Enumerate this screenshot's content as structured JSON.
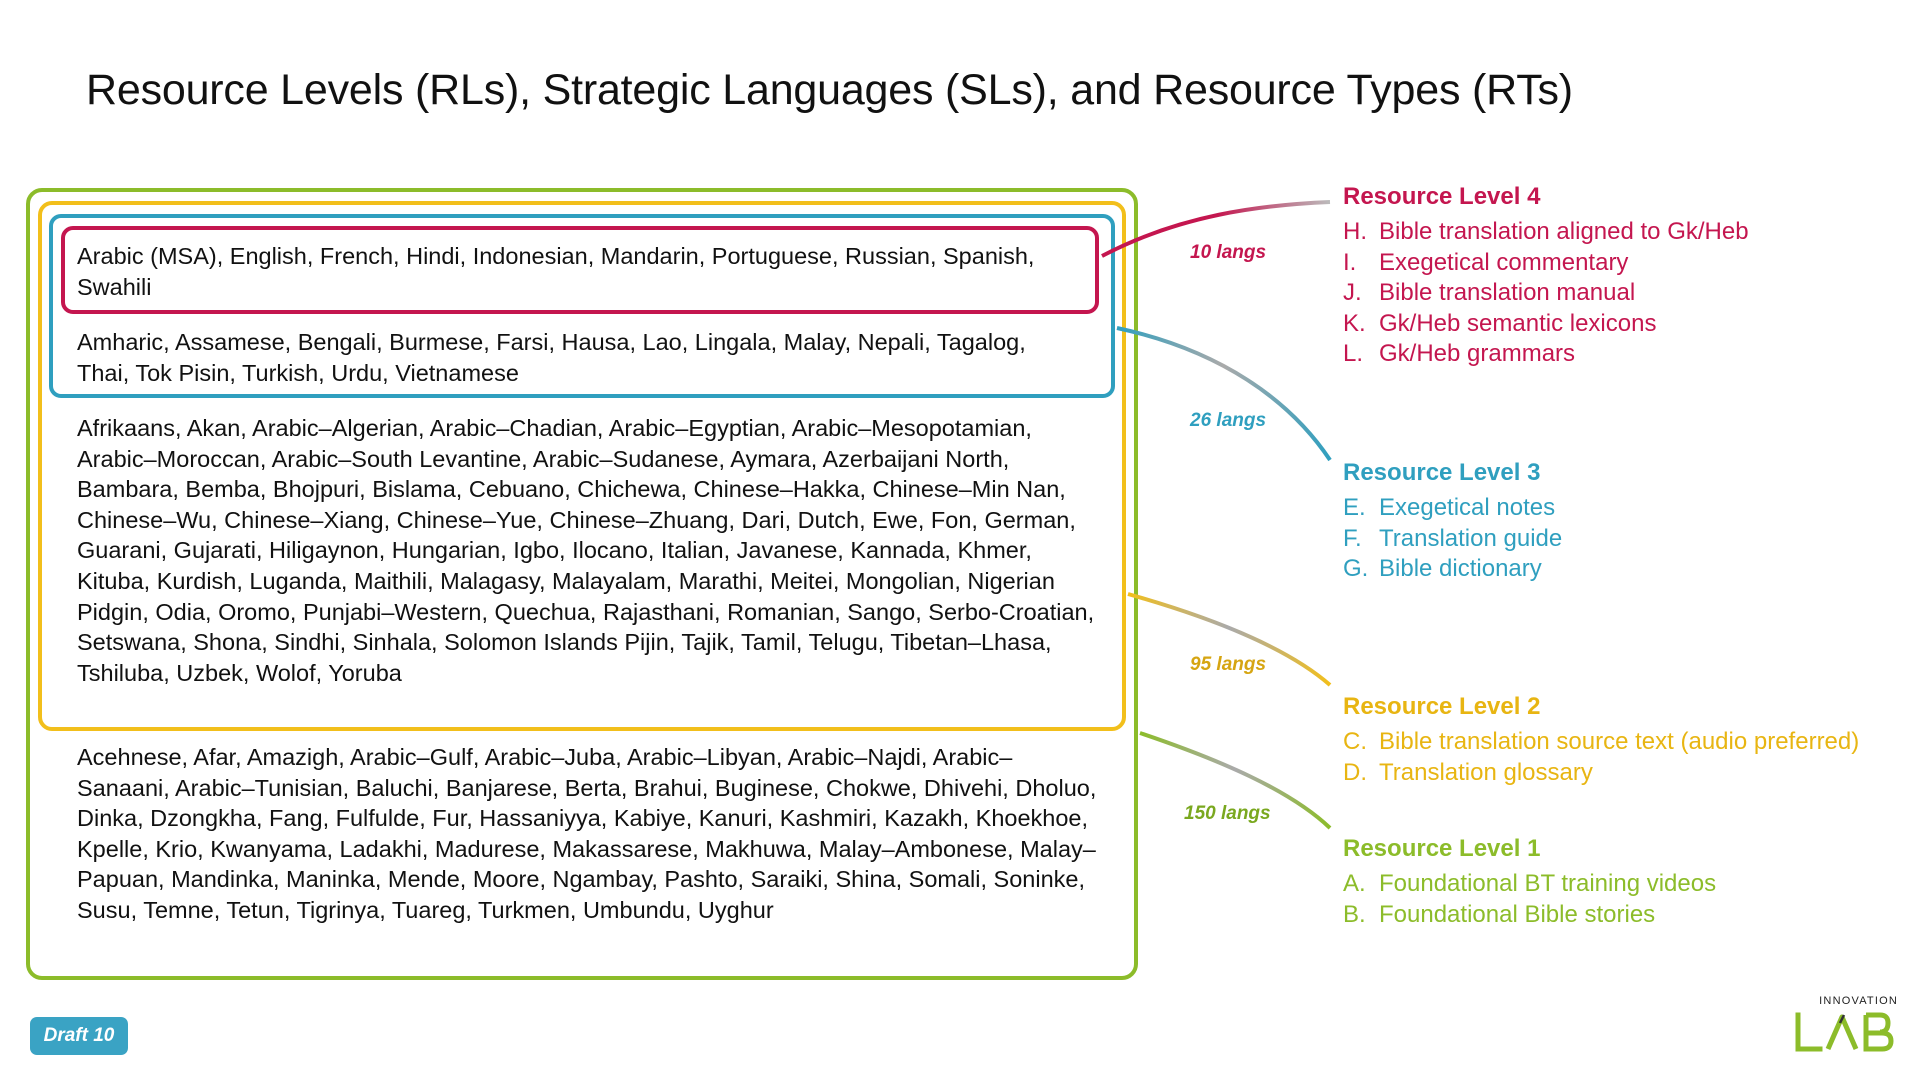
{
  "title": "Resource Levels (RLs), Strategic Languages (SLs), and Resource Types (RTs)",
  "language_groups": {
    "rl4": "Arabic (MSA), English, French, Hindi, Indonesian, Mandarin, Portuguese, Russian, Spanish, Swahili",
    "rl3": "Amharic, Assamese, Bengali, Burmese, Farsi, Hausa, Lao, Lingala, Malay, Nepali, Tagalog, Thai, Tok Pisin, Turkish, Urdu, Vietnamese",
    "rl2": "Afrikaans, Akan, Arabic–Algerian, Arabic–Chadian, Arabic–Egyptian, Arabic–Mesopotamian, Arabic–Moroccan, Arabic–South Levantine, Arabic–Sudanese, Aymara, Azerbaijani North, Bambara, Bemba, Bhojpuri, Bislama, Cebuano, Chichewa, Chinese–Hakka, Chinese–Min Nan, Chinese–Wu, Chinese–Xiang, Chinese–Yue, Chinese–Zhuang, Dari, Dutch, Ewe, Fon, German, Guarani, Gujarati, Hiligaynon, Hungarian, Igbo, Ilocano, Italian, Javanese, Kannada, Khmer, Kituba, Kurdish, Luganda, Maithili, Malagasy, Malayalam, Marathi, Meitei, Mongolian, Nigerian Pidgin, Odia, Oromo, Punjabi–Western, Quechua, Rajasthani, Romanian, Sango, Serbo-Croatian, Setswana, Shona, Sindhi, Sinhala, Solomon Islands Pijin, Tajik, Tamil, Telugu, Tibetan–Lhasa, Tshiluba, Uzbek, Wolof, Yoruba",
    "rl1": "Acehnese, Afar, Amazigh, Arabic–Gulf, Arabic–Juba, Arabic–Libyan, Arabic–Najdi, Arabic–Sanaani, Arabic–Tunisian, Baluchi, Banjarese, Berta, Brahui, Buginese, Chokwe, Dhivehi, Dholuo, Dinka, Dzongkha, Fang, Fulfulde, Fur, Hassaniyya, Kabiye, Kanuri, Kashmiri, Kazakh, Khoekhoe, Kpelle, Krio, Kwanyama, Ladakhi, Madurese, Makassarese, Makhuwa, Malay–Ambonese, Malay–Papuan, Mandinka, Maninka, Mende, Moore, Ngambay, Pashto, Saraiki, Shina, Somali, Soninke, Susu, Temne, Tetun, Tigrinya, Tuareg, Turkmen, Umbundu, Uyghur"
  },
  "counts": {
    "rl4": "10 langs",
    "rl3": "26 langs",
    "rl2": "95 langs",
    "rl1": "150 langs"
  },
  "levels": {
    "rl4": {
      "heading": "Resource Level 4",
      "items": [
        {
          "letter": "H.",
          "text": "Bible translation aligned to Gk/Heb"
        },
        {
          "letter": "I.",
          "text": "Exegetical commentary"
        },
        {
          "letter": "J.",
          "text": "Bible translation manual"
        },
        {
          "letter": "K.",
          "text": "Gk/Heb semantic lexicons"
        },
        {
          "letter": "L.",
          "text": "Gk/Heb grammars"
        }
      ]
    },
    "rl3": {
      "heading": "Resource Level 3",
      "items": [
        {
          "letter": "E.",
          "text": "Exegetical notes"
        },
        {
          "letter": "F.",
          "text": "Translation guide"
        },
        {
          "letter": "G.",
          "text": "Bible dictionary"
        }
      ]
    },
    "rl2": {
      "heading": "Resource Level 2",
      "items": [
        {
          "letter": "C.",
          "text": "Bible translation source text (audio preferred)"
        },
        {
          "letter": "D.",
          "text": "Translation glossary"
        }
      ]
    },
    "rl1": {
      "heading": "Resource Level 1",
      "items": [
        {
          "letter": "A.",
          "text": "Foundational BT training videos"
        },
        {
          "letter": "B.",
          "text": "Foundational Bible stories"
        }
      ]
    }
  },
  "colors": {
    "rl4": "#c4164f",
    "rl3": "#2f9fbf",
    "rl2": "#f2bf1b",
    "rl1": "#8cbc2a"
  },
  "badge": "Draft 10",
  "logo": {
    "small_text": "INNOVATION",
    "big_text": "LAB"
  }
}
